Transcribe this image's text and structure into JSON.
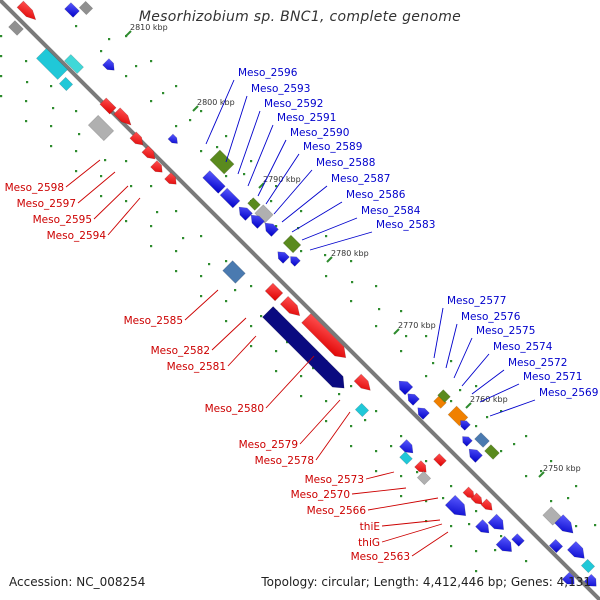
{
  "title": "Mesorhizobium sp. BNC1, complete genome",
  "footer": {
    "accession": "Accession: NC_008254",
    "topology": "Topology: circular; Length: 4,412,446 bp; Genes: 4,131"
  },
  "scale": [
    "2810 kbp",
    "2800 kbp",
    "2790 kbp",
    "2780 kbp",
    "2770 kbp",
    "2760 kbp",
    "2750 kbp"
  ],
  "labels_right": [
    "Meso_2596",
    "Meso_2593",
    "Meso_2592",
    "Meso_2591",
    "Meso_2590",
    "Meso_2589",
    "Meso_2588",
    "Meso_2587",
    "Meso_2586",
    "Meso_2584",
    "Meso_2583",
    "Meso_2577",
    "Meso_2576",
    "Meso_2575",
    "Meso_2574",
    "Meso_2572",
    "Meso_2571",
    "Meso_2569"
  ],
  "labels_left": [
    "Meso_2598",
    "Meso_2597",
    "Meso_2595",
    "Meso_2594",
    "Meso_2585",
    "Meso_2582",
    "Meso_2581",
    "Meso_2580",
    "Meso_2579",
    "Meso_2578",
    "Meso_2573",
    "Meso_2570",
    "Meso_2566",
    "thiE",
    "thiG",
    "Meso_2563"
  ],
  "colors": {
    "forward_strand": "#ee0000",
    "reverse_strand": "#0000ee",
    "label_forward": "#cc0000",
    "label_reverse": "#0000cc",
    "backbone": "#808080",
    "green_gene": "#5a8a1e",
    "orange_gene": "#f08000",
    "gray_gene": "#b0b0b0",
    "cyan_gene": "#20c8d8",
    "steel_gene": "#4a7ab0",
    "navy_gene": "#0a0a80"
  }
}
